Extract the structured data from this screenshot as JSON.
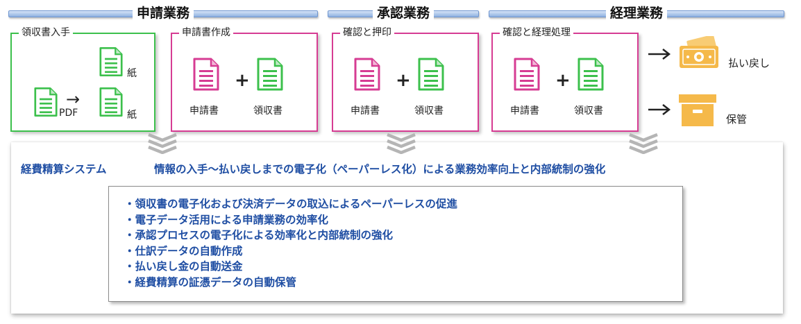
{
  "phases": [
    {
      "title": "申請業務"
    },
    {
      "title": "承認業務"
    },
    {
      "title": "経理業務"
    }
  ],
  "boxes": [
    {
      "label": "領収書入手",
      "paper_label": "紙",
      "pdf_label": "PDF",
      "paper_label2": "紙"
    },
    {
      "label": "申請書作成",
      "doc1": "申請書",
      "doc2": "領収書"
    },
    {
      "label": "確認と押印",
      "doc1": "申請書",
      "doc2": "領収書"
    },
    {
      "label": "確認と経理処理",
      "doc1": "申請書",
      "doc2": "領収書"
    }
  ],
  "plus_symbol": "+",
  "arrow_symbol": "→",
  "outputs": [
    {
      "label": "払い戻し",
      "icon": "money-icon"
    },
    {
      "label": "保管",
      "icon": "storage-box-icon"
    }
  ],
  "system": {
    "title": "経費精算システム",
    "subtitle": "情報の入手～払い戻しまでの電子化（ペーパーレス化）による業務効率向上と内部統制の強化",
    "bullets": [
      "・領収書の電子化および決済データの取込によるペーパーレスの促進",
      "・電子データ活用による申請業務の効率化",
      "・承認プロセスの電子化による効率化と内部統制の強化",
      "・仕訳データの自動作成",
      "・払い戻し金の自動送金",
      "・経費精算の証憑データの自動保管"
    ]
  },
  "colors": {
    "pink": "#d63c93",
    "green": "#3cc04c",
    "blue_text": "#1f4ea3",
    "chevron": "#b5b5b5",
    "money": "#f5b94a"
  }
}
